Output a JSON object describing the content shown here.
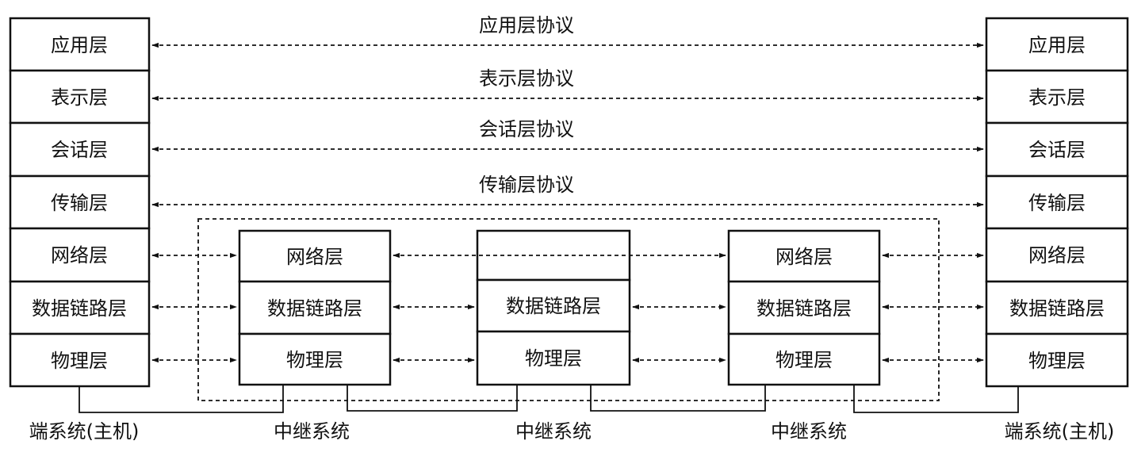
{
  "end_system": {
    "layers": [
      "应用层",
      "表示层",
      "会话层",
      "传输层",
      "网络层",
      "数据链路层",
      "物理层"
    ],
    "caption": "端系统(主机)"
  },
  "relay_left": {
    "layers": [
      "网络层",
      "数据链路层",
      "物理层"
    ],
    "caption": "中继系统"
  },
  "relay_middle": {
    "layers": [
      "",
      "数据链路层",
      "物理层"
    ],
    "caption": "中继系统"
  },
  "relay_right": {
    "layers": [
      "网络层",
      "数据链路层",
      "物理层"
    ],
    "caption": "中继系统"
  },
  "protocols": [
    "应用层协议",
    "表示层协议",
    "会话层协议",
    "传输层协议"
  ]
}
